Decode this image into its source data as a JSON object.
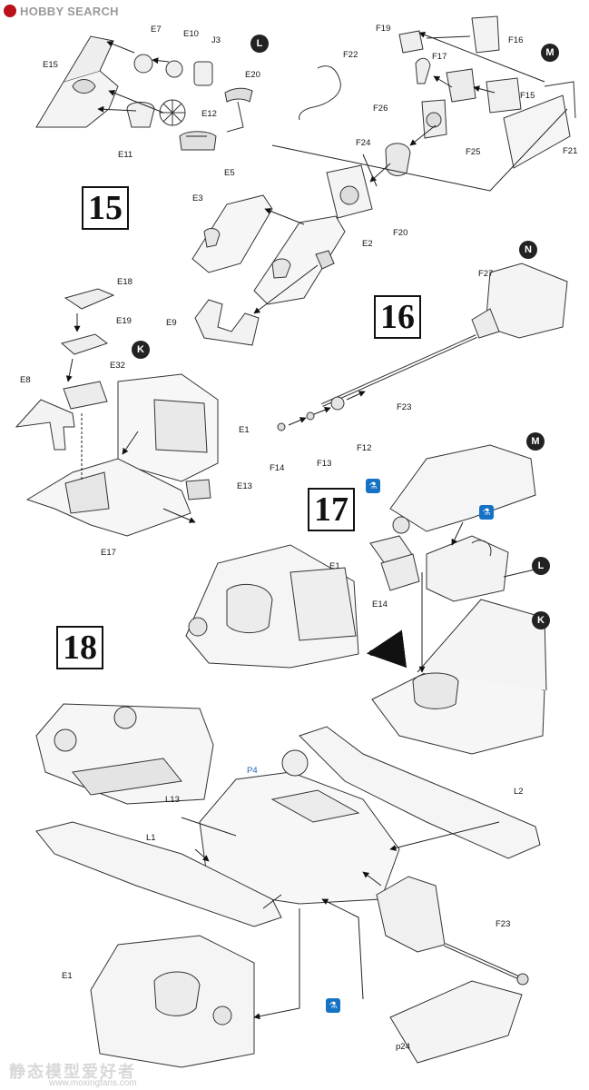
{
  "header": {
    "brand": "HOBBY SEARCH",
    "logo_color": "#b9121b"
  },
  "watermark": {
    "chinese": "静态模型爱好者",
    "url": "www.moxingfans.com"
  },
  "steps": {
    "s15": "15",
    "s16": "16",
    "s17": "17",
    "s18": "18"
  },
  "markers": {
    "L": "L",
    "M": "M",
    "K": "K",
    "N": "N"
  },
  "glue_icon": "glue-icon",
  "parts": {
    "e7": "E7",
    "e10": "E10",
    "j3": "J3",
    "e15": "E15",
    "e20": "E20",
    "e12": "E12",
    "e11": "E11",
    "e5": "E5",
    "e3": "E3",
    "e2": "E2",
    "e9": "E9",
    "f19": "F19",
    "f16": "F16",
    "f22": "F22",
    "f17": "F17",
    "f15": "F15",
    "f26": "F26",
    "f21": "F21",
    "f24": "F24",
    "f25": "F25",
    "f20": "F20",
    "e18": "E18",
    "e19": "E19",
    "e32": "E32",
    "e8": "E8",
    "e1a": "E1",
    "e13": "E13",
    "e17": "E17",
    "f27": "F27",
    "f23a": "F23",
    "f14": "F14",
    "f13": "F13",
    "f12": "F12",
    "e1b": "E1",
    "e14": "E14",
    "p4": "P4",
    "l13": "L13",
    "l2": "L2",
    "l1": "L1",
    "f23b": "F23",
    "e1c": "E1",
    "p24": "p24"
  }
}
